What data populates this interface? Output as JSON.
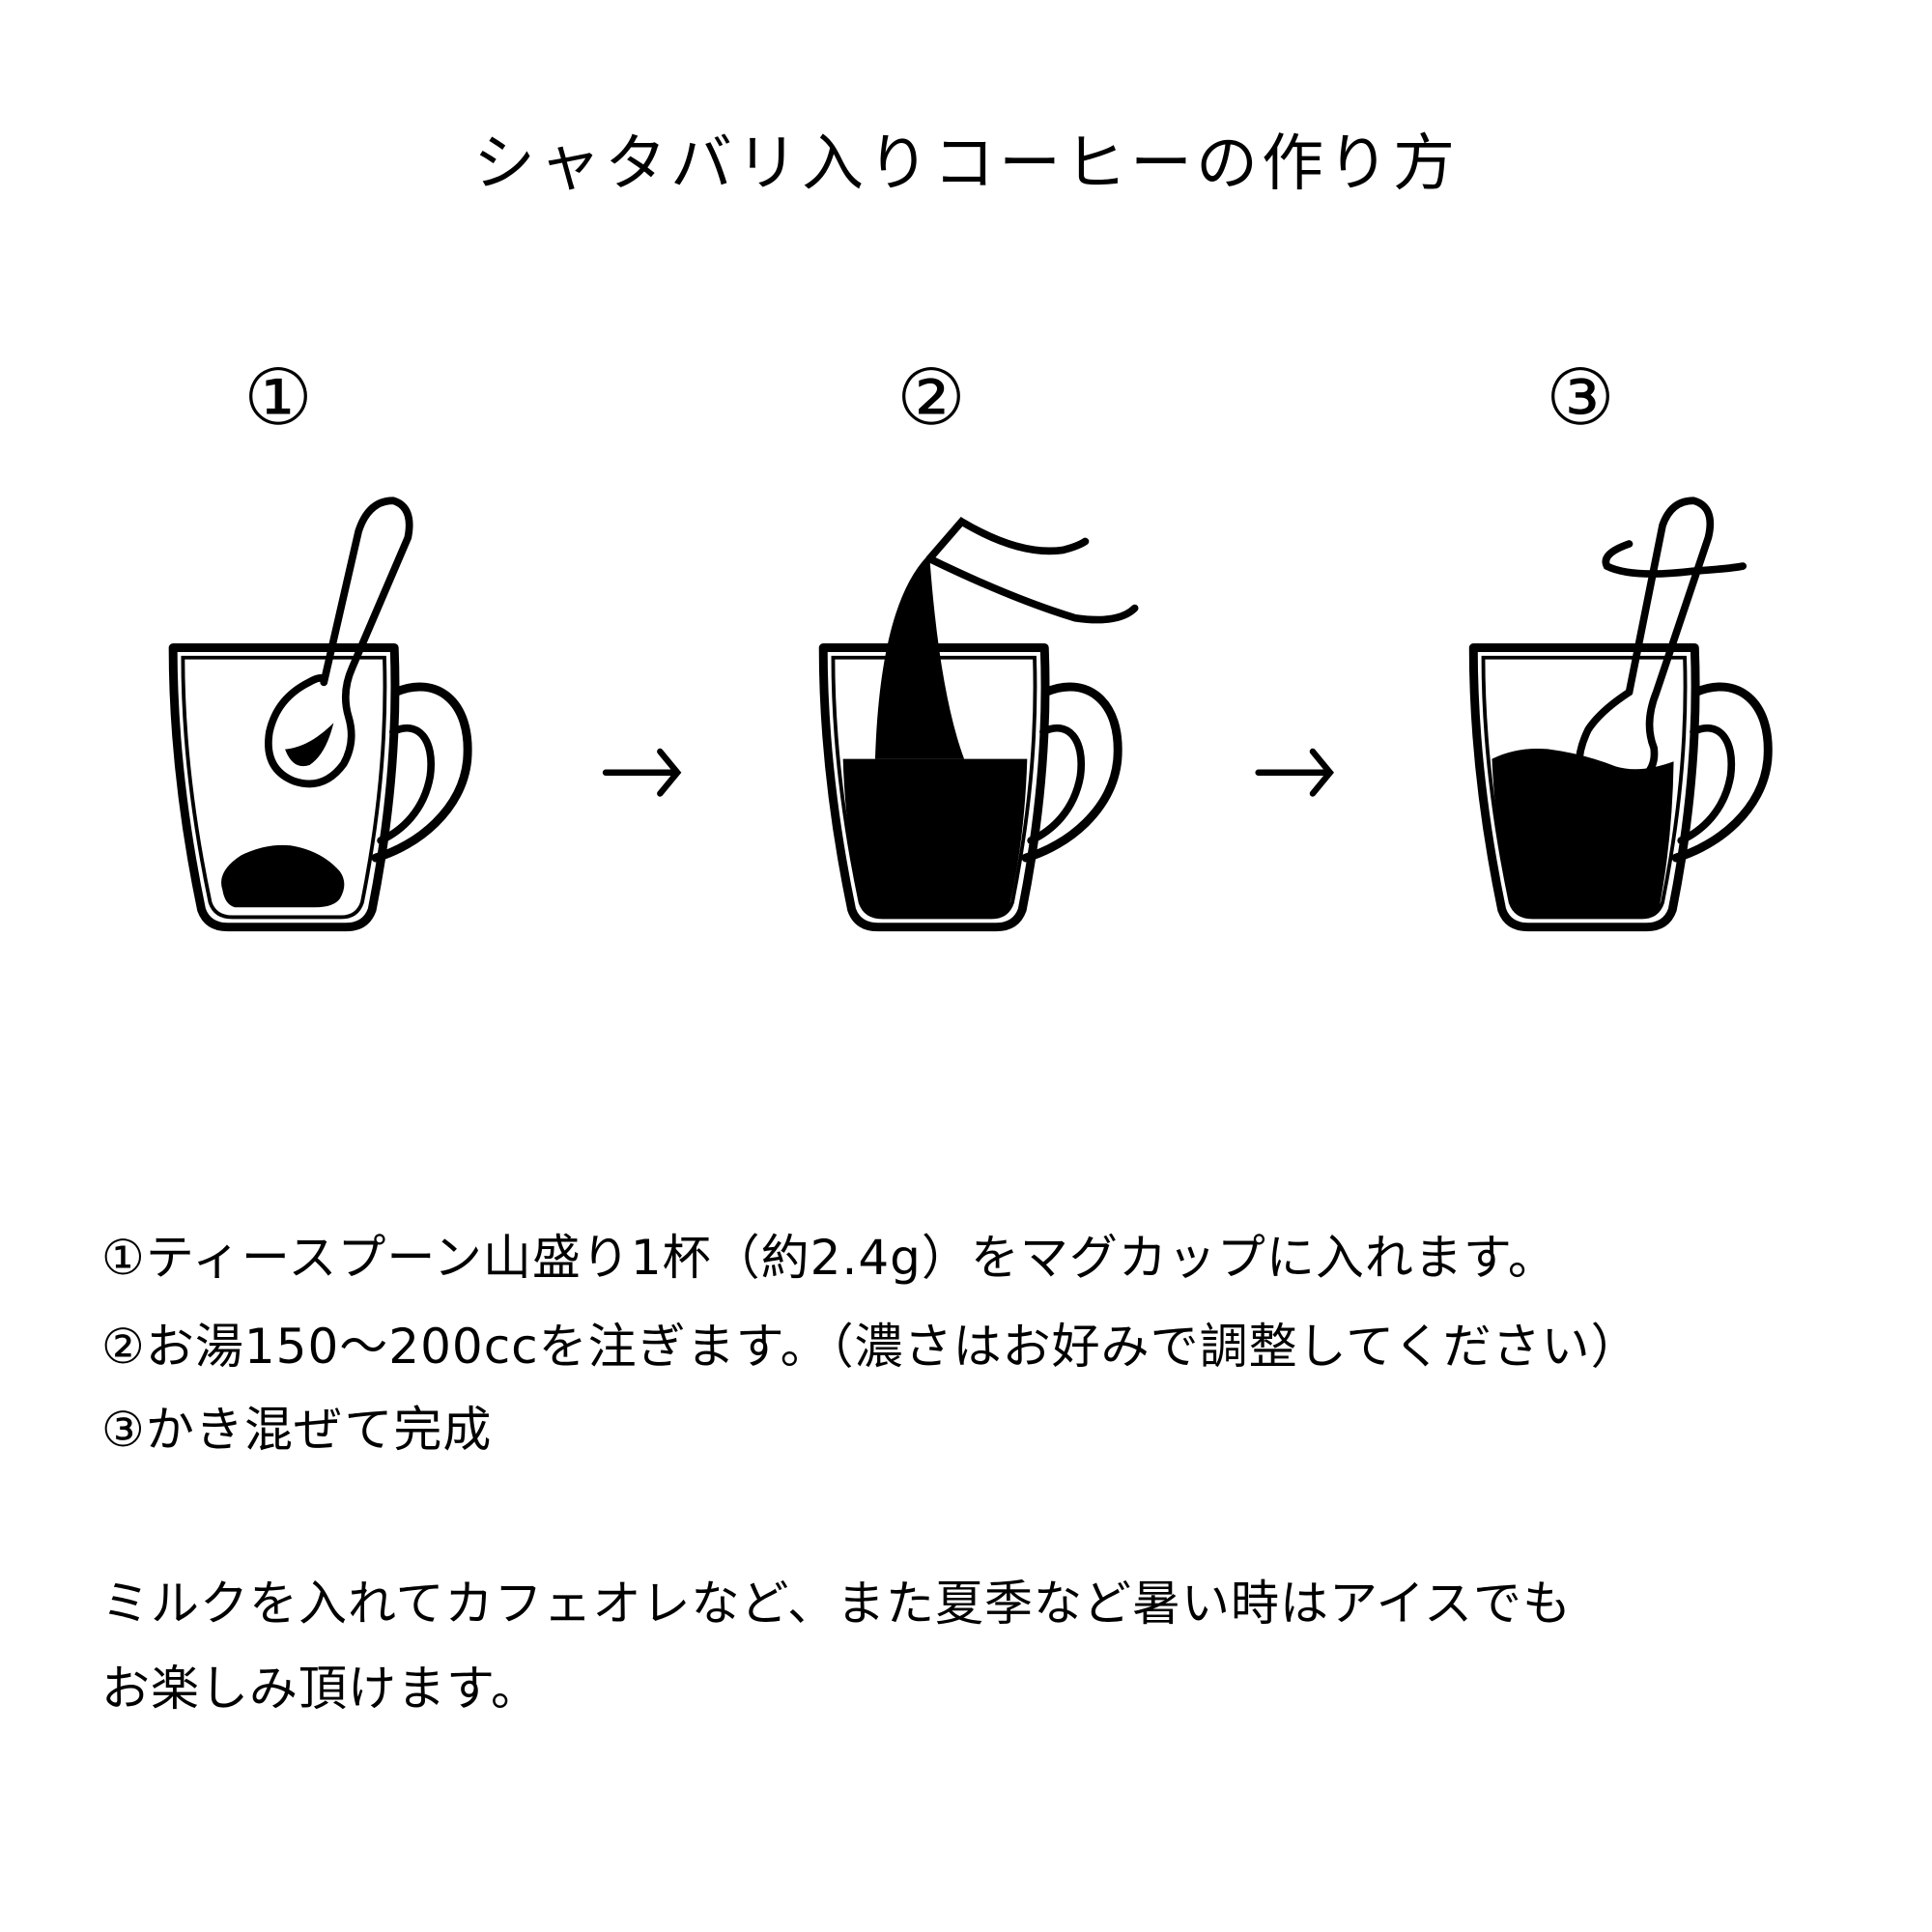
{
  "title": "シャタバリ入りコーヒーの作り方",
  "steps": [
    {
      "number": "①",
      "icon": "mug-with-spoon-and-grounds"
    },
    {
      "number": "②",
      "icon": "pouring-water-into-mug"
    },
    {
      "number": "③",
      "icon": "stirring-coffee-in-mug"
    }
  ],
  "arrow_icon": "right-arrow",
  "instructions": [
    "①ティースプーン山盛り1杯（約2.4g）をマグカップに入れます。",
    "②お湯150〜200ccを注ぎます。（濃さはお好みで調整してください）",
    "③かき混ぜて完成"
  ],
  "note": [
    "ミルクを入れてカフェオレなど、また夏季など暑い時はアイスでも",
    "お楽しみ頂けます。"
  ]
}
